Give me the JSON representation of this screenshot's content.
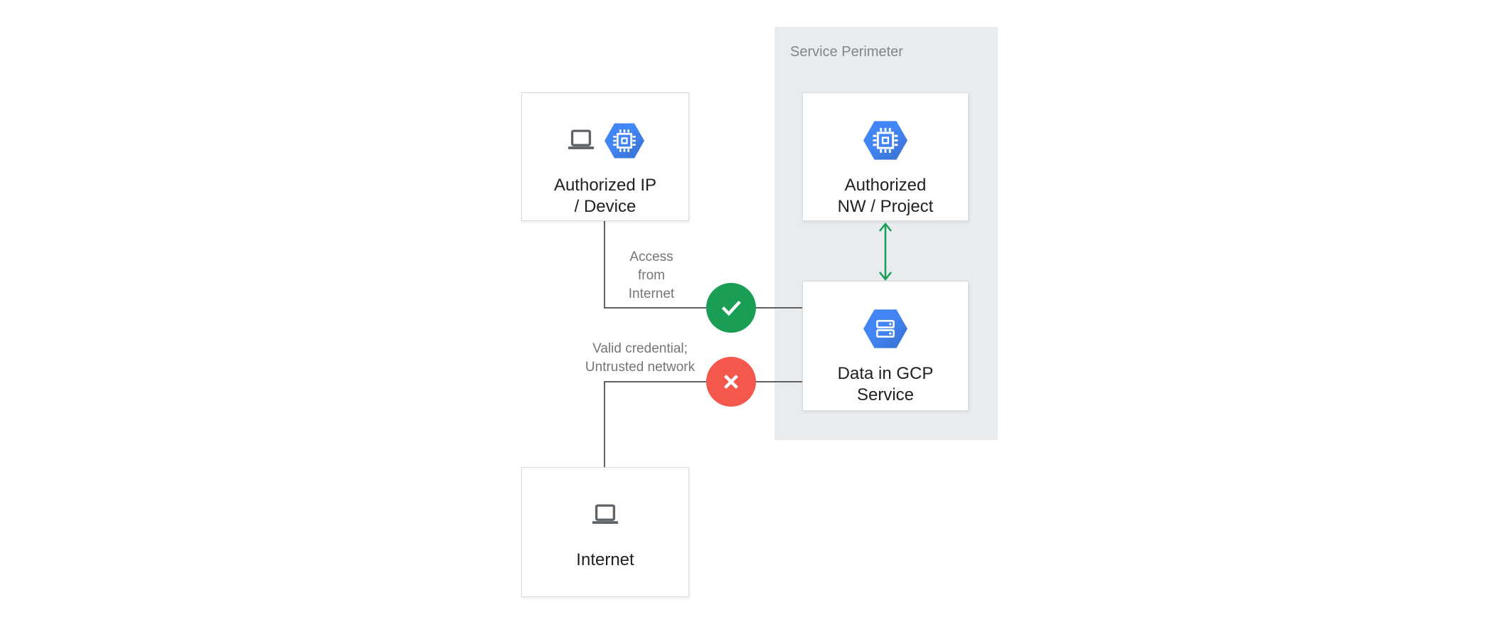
{
  "perimeter": {
    "label": "Service Perimeter"
  },
  "nodes": {
    "authorized_ip_device": {
      "label": "Authorized IP\n/ Device",
      "icons": [
        "laptop-icon",
        "compute-hexagon-chip-icon"
      ]
    },
    "authorized_nw_project": {
      "label": "Authorized\nNW / Project",
      "icons": [
        "compute-hexagon-chip-icon"
      ]
    },
    "data_in_gcp_service": {
      "label": "Data in GCP\nService",
      "icons": [
        "gcp-data-hexagon-disk-icon"
      ]
    },
    "internet": {
      "label": "Internet",
      "icons": [
        "laptop-icon"
      ]
    }
  },
  "edges": {
    "access": {
      "label": "Access\nfrom\nInternet",
      "result": "allowed",
      "badge": "check-icon"
    },
    "valid": {
      "label": "Valid credential;\nUntrusted network",
      "result": "blocked",
      "badge": "cross-icon"
    }
  },
  "relations": {
    "nw_project_to_data": {
      "type": "bidirectional-arrow",
      "color_key": "allowed_green"
    }
  },
  "colors": {
    "perimeter_bg": "#E8ECEF",
    "perimeter_label_gray": "#80868B",
    "gcp_blue": "#4285F4",
    "allowed_green": "#1A9E55",
    "blocked_red": "#F4574C",
    "line_gray": "#616161",
    "label_gray": "#757575",
    "node_text": "#212121",
    "laptop_gray": "#5F6368",
    "box_border": "#D9DBDD"
  }
}
